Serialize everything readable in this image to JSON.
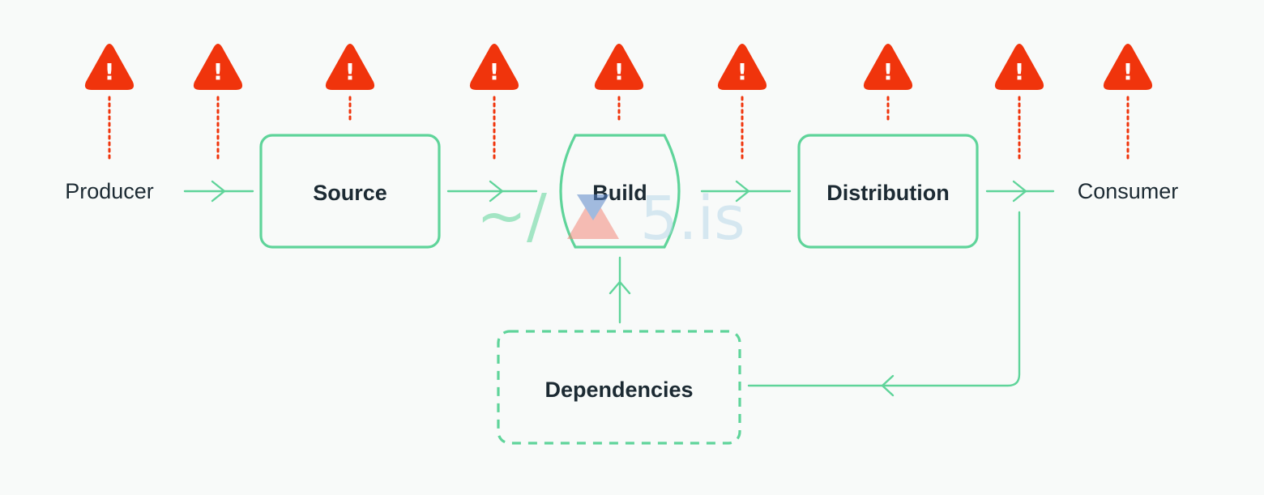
{
  "diagram": {
    "nodes": {
      "producer": "Producer",
      "source": "Source",
      "build": "Build",
      "distribution": "Distribution",
      "consumer": "Consumer",
      "dependencies": "Dependencies"
    },
    "warning_glyph": "!",
    "warning_count": 9,
    "watermark": {
      "prefix": "~/",
      "suffix": "5.is"
    },
    "colors": {
      "flow": "#5fd49a",
      "warning": "#f0340c",
      "text": "#1c2a33",
      "background": "#f8faf9"
    }
  }
}
